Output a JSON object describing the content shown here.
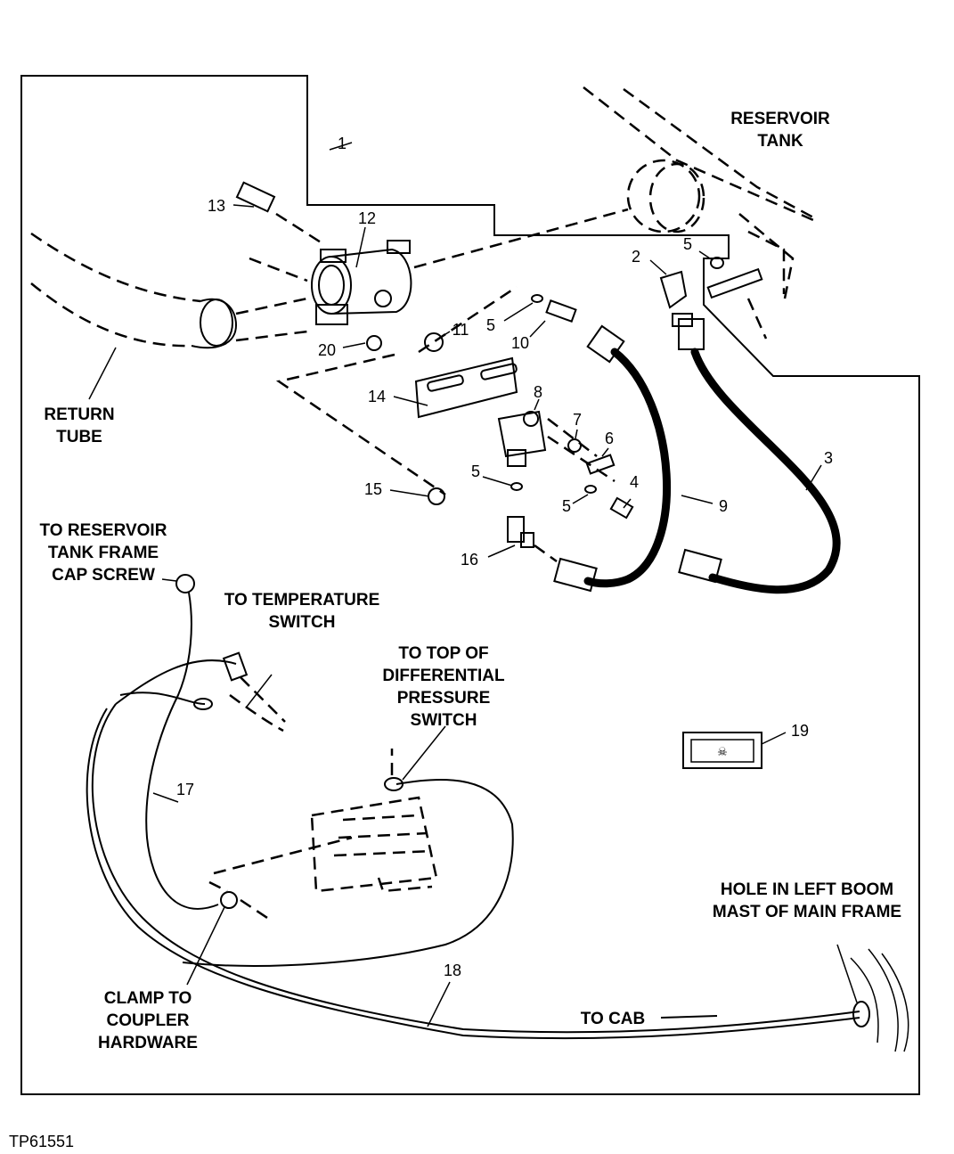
{
  "figure_id": "TP61551",
  "labels": {
    "reservoir_tank": [
      "RESERVOIR",
      "TANK"
    ],
    "return_tube": [
      "RETURN",
      "TUBE"
    ],
    "to_reservoir_tank_frame": [
      "TO RESERVOIR",
      "TANK FRAME",
      "CAP SCREW"
    ],
    "to_temperature_switch": [
      "TO TEMPERATURE",
      "SWITCH"
    ],
    "to_top_of_diff_pressure": [
      "TO TOP OF",
      "DIFFERENTIAL",
      "PRESSURE",
      "SWITCH"
    ],
    "hole_in_left_boom": [
      "HOLE IN LEFT BOOM",
      "MAST OF MAIN FRAME"
    ],
    "clamp_to_coupler": [
      "CLAMP TO",
      "COUPLER",
      "HARDWARE"
    ],
    "to_cab": "TO CAB"
  },
  "callouts": {
    "c1": "1",
    "c2": "2",
    "c3": "3",
    "c4": "4",
    "c5a": "5",
    "c5b": "5",
    "c5c": "5",
    "c5d": "5",
    "c6": "6",
    "c7": "7",
    "c8": "8",
    "c9": "9",
    "c10": "10",
    "c11": "11",
    "c12": "12",
    "c13": "13",
    "c14": "14",
    "c15": "15",
    "c16": "16",
    "c17": "17",
    "c18": "18",
    "c19": "19",
    "c20": "20"
  }
}
